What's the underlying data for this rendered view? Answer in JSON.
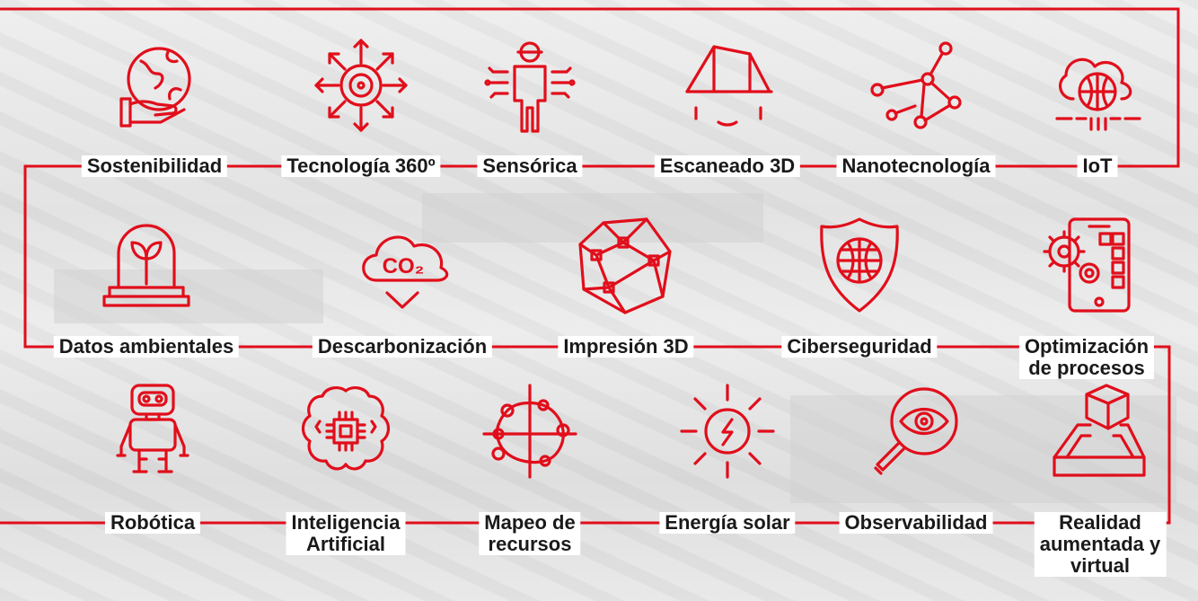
{
  "colors": {
    "accent": "#e10e1b",
    "text": "#1a1a1a",
    "label_bg": "#ffffff"
  },
  "rows": [
    {
      "items": [
        {
          "label": "Sostenibilidad",
          "icon": "globe-in-hand-icon"
        },
        {
          "label": "Tecnología 360º",
          "icon": "target-arrows-icon"
        },
        {
          "label": "Sensórica",
          "icon": "person-sensors-icon"
        },
        {
          "label": "Escaneado 3D",
          "icon": "3d-scan-house-icon"
        },
        {
          "label": "Nanotecnología",
          "icon": "molecule-network-icon"
        },
        {
          "label": "IoT",
          "icon": "cloud-globe-icon"
        }
      ]
    },
    {
      "items": [
        {
          "label": "Datos ambientales",
          "icon": "plant-under-dome-icon"
        },
        {
          "label": "Descarbonización",
          "icon": "co2-cloud-icon",
          "icon_text": "CO₂"
        },
        {
          "label": "Impresión 3D",
          "icon": "3d-mesh-icon"
        },
        {
          "label": "Ciberseguridad",
          "icon": "shield-globe-icon"
        },
        {
          "label": "Optimización\nde procesos",
          "icon": "tablet-gears-icon"
        }
      ]
    },
    {
      "items": [
        {
          "label": "Robótica",
          "icon": "robot-icon"
        },
        {
          "label": "Inteligencia\nArtificial",
          "icon": "brain-chip-icon"
        },
        {
          "label": "Mapeo de\nrecursos",
          "icon": "map-nodes-icon"
        },
        {
          "label": "Energía solar",
          "icon": "sun-bolt-icon"
        },
        {
          "label": "Observabilidad",
          "icon": "magnifier-eye-icon"
        },
        {
          "label": "Realidad\naumentada y\nvirtual",
          "icon": "ar-cube-icon"
        }
      ]
    }
  ]
}
